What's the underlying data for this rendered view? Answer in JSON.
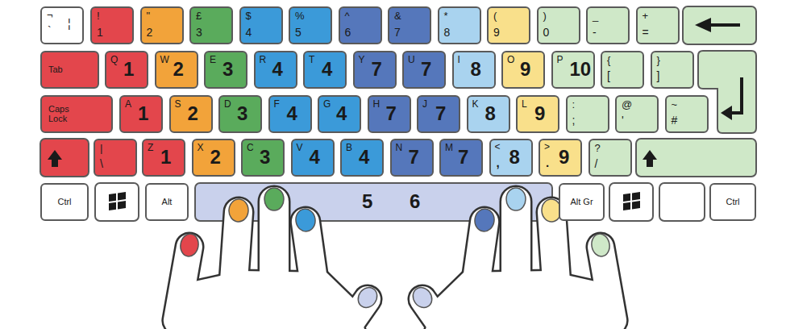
{
  "diagram": {
    "nodes": [
      {
        "text": [
          "¬",
          "`",
          "¦"
        ]
      },
      {
        "text": [
          "!",
          "1"
        ]
      },
      {
        "text": [
          "\"",
          "2"
        ]
      },
      {
        "text": [
          "£",
          "3"
        ]
      },
      {
        "text": [
          "$",
          "4"
        ]
      },
      {
        "text": [
          "%",
          "5"
        ]
      },
      {
        "text": [
          "^",
          "6"
        ]
      },
      {
        "text": [
          "&",
          "7"
        ]
      },
      {
        "text": [
          "*",
          "8"
        ]
      },
      {
        "text": [
          "(",
          "9"
        ]
      },
      {
        "text": [
          ")",
          "0"
        ]
      },
      {
        "text": [
          "_",
          "-"
        ]
      },
      {
        "text": [
          "+",
          "="
        ]
      },
      {
        "text": [
          "Tab"
        ]
      },
      {
        "text": [
          "Q",
          "1"
        ]
      },
      {
        "text": [
          "W",
          "2"
        ]
      },
      {
        "text": [
          "E",
          "3"
        ]
      },
      {
        "text": [
          "R",
          "4"
        ]
      },
      {
        "text": [
          "T",
          "4"
        ]
      },
      {
        "text": [
          "Y",
          "7"
        ]
      },
      {
        "text": [
          "U",
          "7"
        ]
      },
      {
        "text": [
          "I",
          "8"
        ]
      },
      {
        "text": [
          "O",
          "9"
        ]
      },
      {
        "text": [
          "P",
          "10"
        ]
      },
      {
        "text": [
          "{",
          "["
        ]
      },
      {
        "text": [
          "}",
          "]"
        ]
      },
      {
        "text": [
          "Caps Lock"
        ]
      },
      {
        "text": [
          "A",
          "1"
        ]
      },
      {
        "text": [
          "S",
          "2"
        ]
      },
      {
        "text": [
          "D",
          "3"
        ]
      },
      {
        "text": [
          "F",
          "4"
        ]
      },
      {
        "text": [
          "G",
          "4"
        ]
      },
      {
        "text": [
          "H",
          "7"
        ]
      },
      {
        "text": [
          "J",
          "7"
        ]
      },
      {
        "text": [
          "K",
          "8"
        ]
      },
      {
        "text": [
          "L",
          "9"
        ]
      },
      {
        "text": [
          ":",
          ";"
        ]
      },
      {
        "text": [
          "@",
          "'"
        ]
      },
      {
        "text": [
          "~",
          "#"
        ]
      },
      {
        "text": [
          "|",
          "\\"
        ]
      },
      {
        "text": [
          "Z",
          "1"
        ]
      },
      {
        "text": [
          "X",
          "2"
        ]
      },
      {
        "text": [
          "C",
          "3"
        ]
      },
      {
        "text": [
          "V",
          "4"
        ]
      },
      {
        "text": [
          "B",
          "4"
        ]
      },
      {
        "text": [
          "N",
          "7"
        ]
      },
      {
        "text": [
          "M",
          "7"
        ]
      },
      {
        "text": [
          "<",
          ",",
          "8"
        ]
      },
      {
        "text": [
          ">",
          ".",
          "9"
        ]
      },
      {
        "text": [
          "?",
          "/"
        ]
      },
      {
        "text": [
          "Ctrl"
        ]
      },
      {
        "text": [
          "Alt"
        ]
      },
      {
        "text": [
          "5",
          "6"
        ]
      },
      {
        "text": [
          "Alt Gr"
        ]
      },
      {
        "text": [
          "Ctrl"
        ]
      }
    ]
  }
}
